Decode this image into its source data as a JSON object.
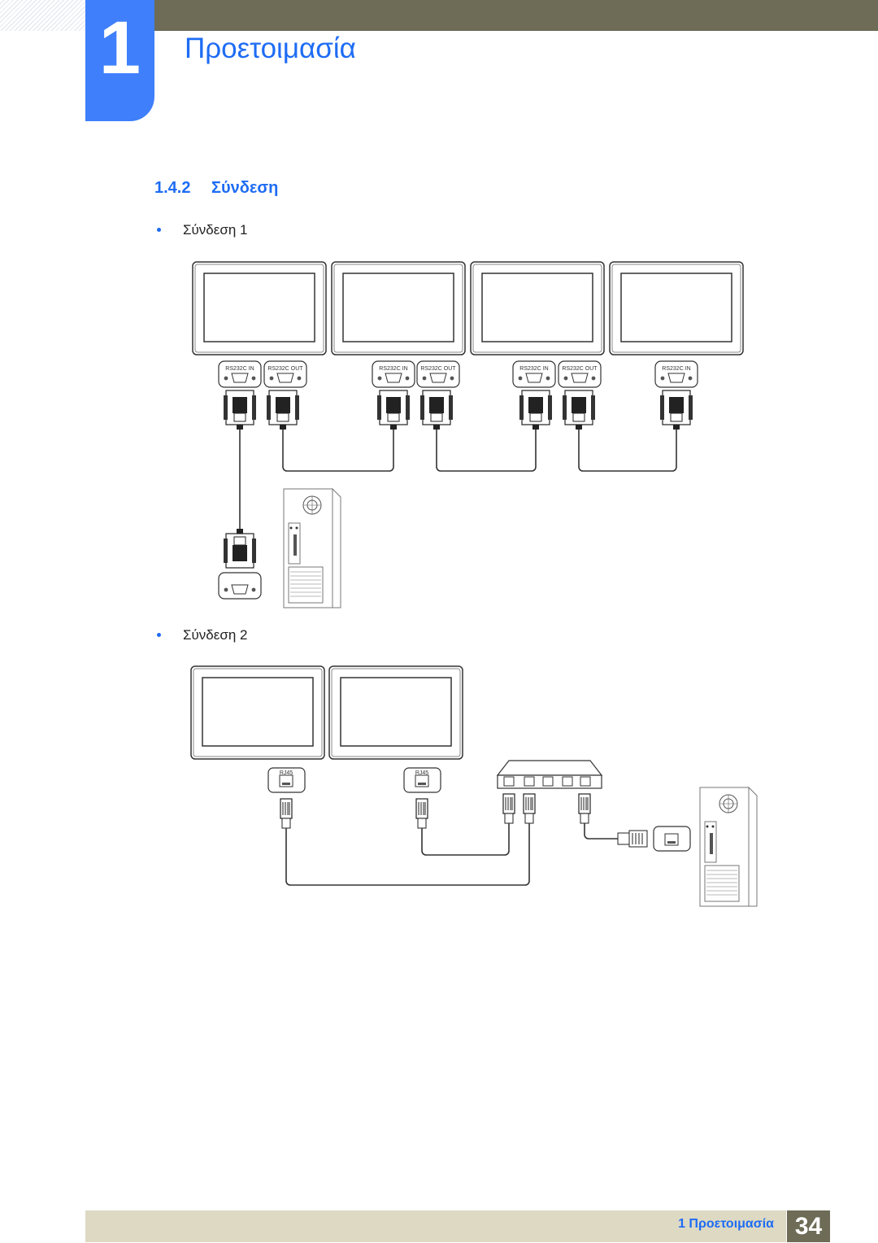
{
  "chapter": {
    "number": "1",
    "title": "Προετοιμασία"
  },
  "section": {
    "number": "1.4.2",
    "title": "Σύνδεση"
  },
  "connections": [
    {
      "label": "Σύνδεση 1",
      "ports": {
        "in": "RS232C IN",
        "out": "RS232C OUT"
      }
    },
    {
      "label": "Σύνδεση 2",
      "ports": {
        "lan": "RJ45"
      }
    }
  ],
  "footer": {
    "chapter_label": "1 Προετοιμασία",
    "page": "34"
  },
  "colors": {
    "accent": "#1e6cf4",
    "chapter_tab": "#3f7ffb",
    "bar": "#6e6c56",
    "footer_bar": "#ddd9c3"
  }
}
